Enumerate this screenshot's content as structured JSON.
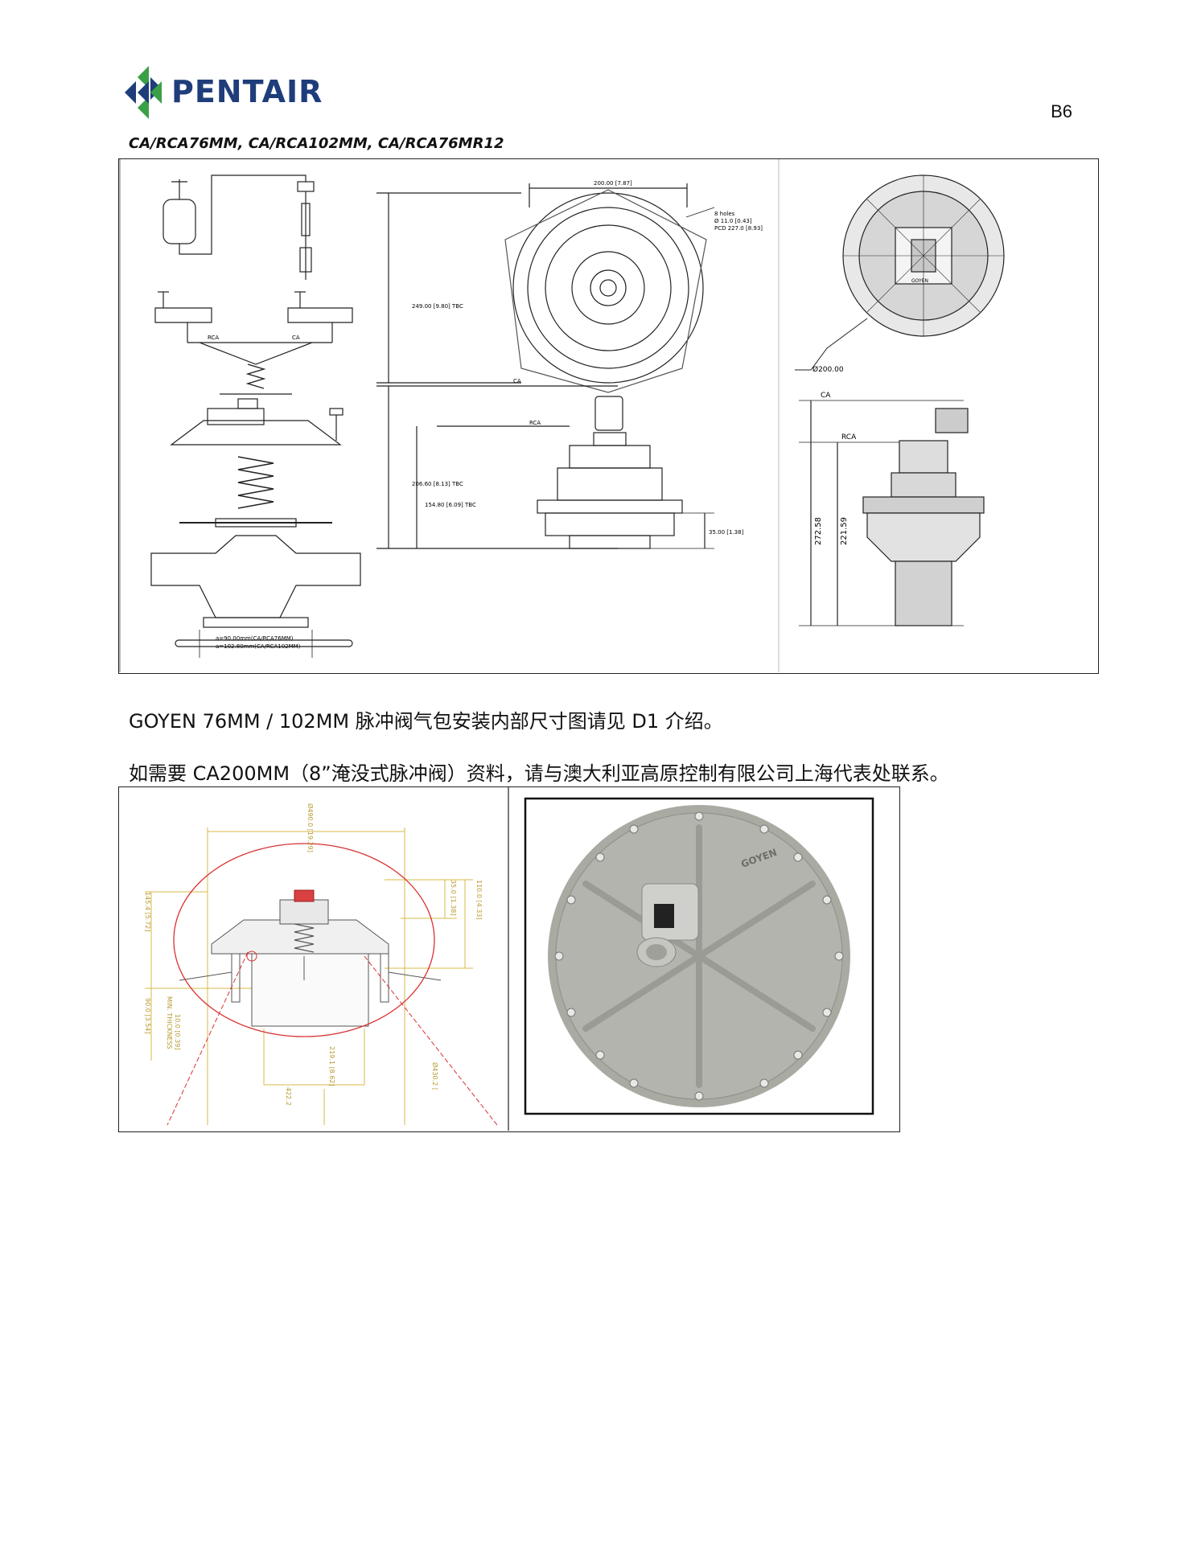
{
  "header": {
    "brand": "PENTAIR",
    "page_number": "B6"
  },
  "subtitle": "CA/RCA76MM, CA/RCA102MM, CA/RCA76MR12",
  "drawing1": {
    "dim_top_width": "200.00 [7.87]",
    "bolt_note_1": "8 holes",
    "bolt_note_2": "Ø 11.0 [0.43]",
    "bolt_note_3": "PCD 227.0 [8.93]",
    "dim_tbc_height": "249.00 [9.80] TBC",
    "label_ca": "CA",
    "label_rca": "RCA",
    "dim_ca_height": "206.60 [8.13] TBC",
    "dim_rca_height": "154.80 [6.09] TBC",
    "dim_base": "35.00 [1.38]",
    "dim_diameter": "Ø200.00",
    "dim_272": "272.58",
    "dim_221": "221.59",
    "explode_rca": "RCA",
    "explode_ca": "CA",
    "note_a_1": "a=90.00mm(CA/RCA76MM)",
    "note_a_2": "a=102.80mm(CA/RCA102MM)",
    "brand_label": "GOYEN"
  },
  "paragraph_1": "GOYEN 76MM / 102MM 脉冲阀气包安装内部尺寸图请见 D1 介绍。",
  "paragraph_2": "如需要 CA200MM（8”淹没式脉冲阀）资料，请与澳大利亚高原控制有限公司上海代表处联系。",
  "drawing2": {
    "dim_490": "Ø490.0 [19.29]",
    "dim_145": "145.4 [5.72]",
    "dim_35": "35.0 [1.38]",
    "dim_110": "110.0 [4.33]",
    "dim_90": "90.0 [3.54]",
    "dim_10": "10.0 [0.39]",
    "dim_10_note": "MIN. THICKNESS",
    "dim_219": "219.1 [8.62]",
    "dim_422": "422.2",
    "dim_430": "Ø430.2 [",
    "photo_label": "GOYEN"
  }
}
